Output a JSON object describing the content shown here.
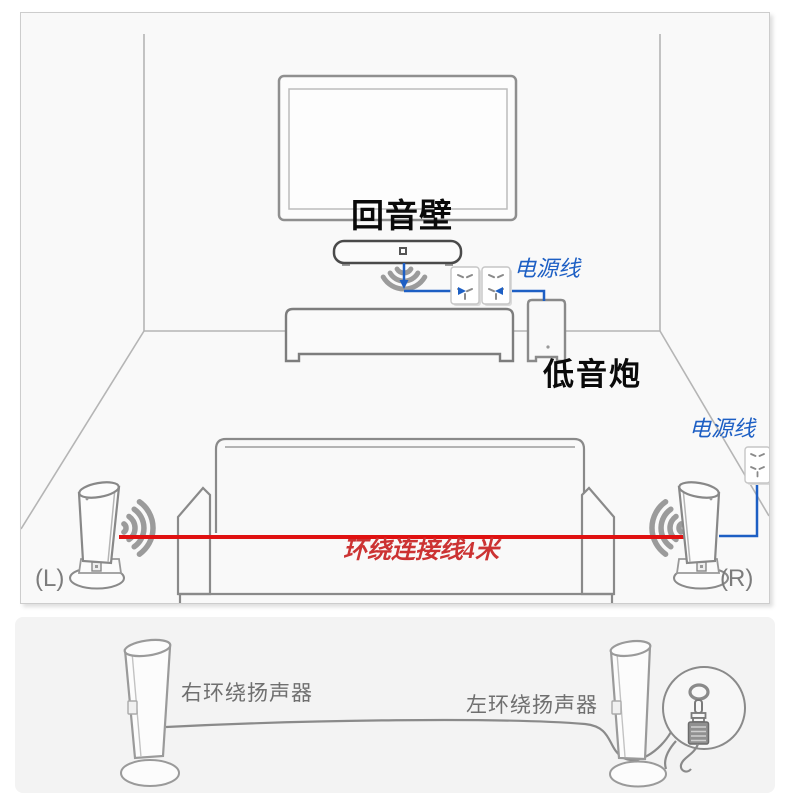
{
  "room": {
    "soundbar_label": "回音壁",
    "subwoofer_label": "低音炮",
    "power_cable_label_soundbar": "电源线",
    "power_cable_label_speaker": "电源线",
    "surround_cable_label": "环绕连接线4米",
    "left_speaker_tag": "(L)",
    "right_speaker_tag": "(R)"
  },
  "detail_strip": {
    "right_surround_speaker_label": "右环绕扬声器",
    "left_surround_speaker_label": "左环绕扬声器"
  },
  "colors": {
    "accent_blue": "#1d5fc4",
    "cable_red": "#e01111",
    "text_red": "#cc3333",
    "outline_gray": "#8a8a8a",
    "wave_gray": "#9b9b9b",
    "label_gray": "#6f6f6f"
  }
}
